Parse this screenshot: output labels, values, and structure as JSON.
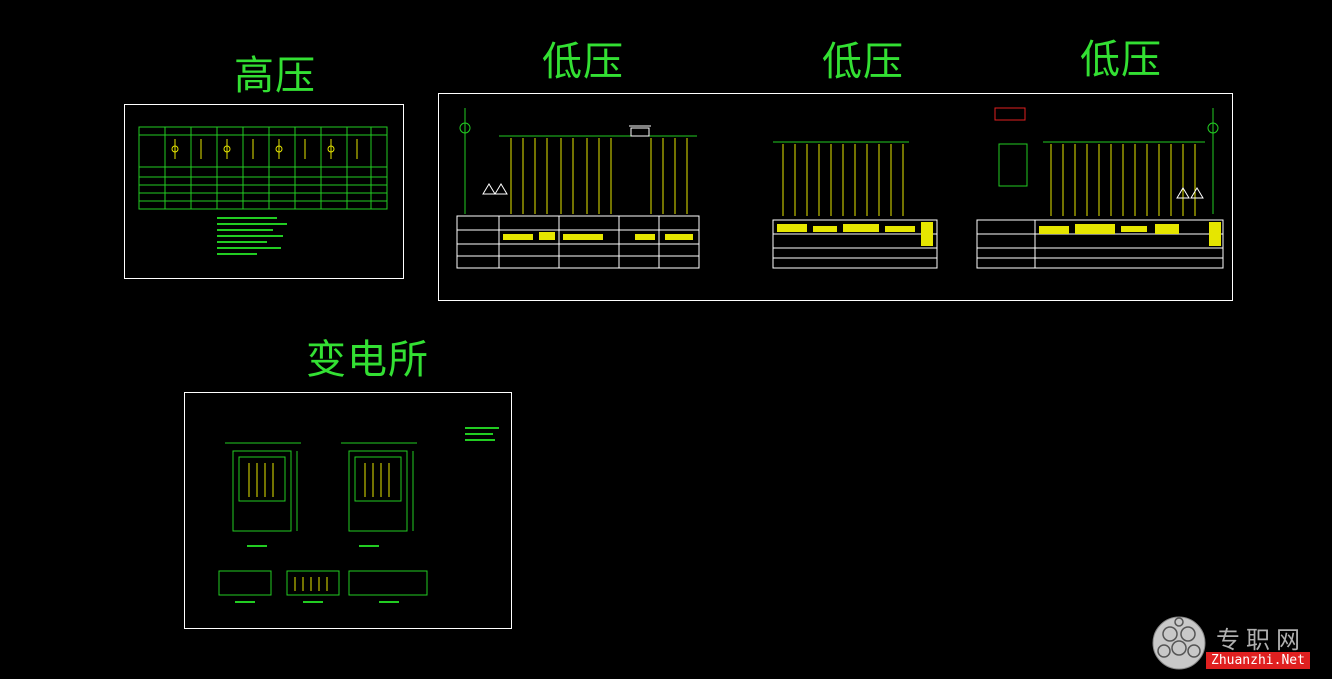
{
  "labels": {
    "high_voltage": "高压",
    "low_voltage_1": "低压",
    "low_voltage_2": "低压",
    "low_voltage_3": "低压",
    "substation": "变电所"
  },
  "watermark": {
    "brand_cn": "专职网",
    "brand_en": "Zhuanzhi.Net",
    "icon": "globe-icon"
  },
  "colors": {
    "background": "#000000",
    "label": "#33e033",
    "line_green": "#22cc22",
    "line_yellow": "#e6e600",
    "frame": "#ffffff",
    "watermark_red": "#e02020"
  }
}
